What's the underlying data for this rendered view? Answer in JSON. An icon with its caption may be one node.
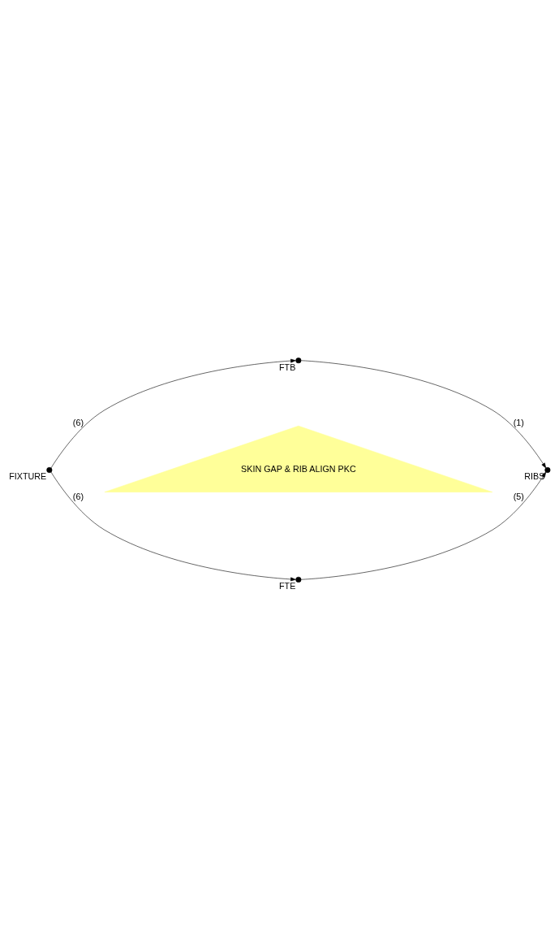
{
  "diagram": {
    "nodes": [
      {
        "text": [
          "FTB"
        ]
      },
      {
        "text": [
          "FIXTURE"
        ]
      },
      {
        "text": [
          "RIBS"
        ]
      },
      {
        "text": [
          "FTE"
        ]
      },
      {
        "text": [
          "SKIN GAP & RIB ALIGN PKC"
        ]
      }
    ],
    "edges": [
      {
        "from": 1,
        "to": 0,
        "arrow": "to",
        "label": "(6)"
      },
      {
        "from": 0,
        "to": 2,
        "arrow": "to",
        "label": "(1)"
      },
      {
        "from": 1,
        "to": 3,
        "arrow": "to",
        "label": "(6)"
      },
      {
        "from": 3,
        "to": 2,
        "arrow": "to",
        "label": "(5)"
      }
    ]
  }
}
